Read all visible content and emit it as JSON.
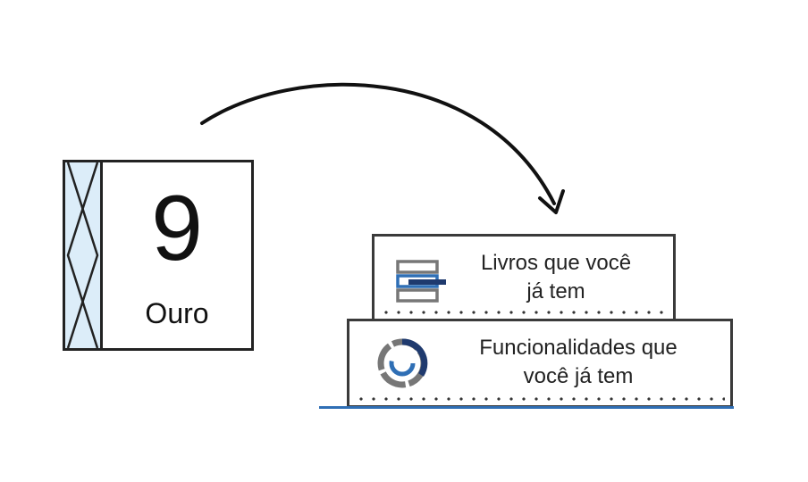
{
  "tile": {
    "number": "9",
    "label": "Ouro",
    "strip_color": "#dcedf9"
  },
  "layers": [
    {
      "text_line1": "Livros que você",
      "text_line2": "já tem",
      "icon": "books-icon"
    },
    {
      "text_line1": "Funcionalidades que",
      "text_line2": "você já tem",
      "icon": "donut-chart-icon"
    }
  ],
  "colors": {
    "accent_blue": "#2f6fb5",
    "outline": "#3a3a3a",
    "icon_gray": "#777777",
    "icon_navy": "#1f3a6e"
  }
}
